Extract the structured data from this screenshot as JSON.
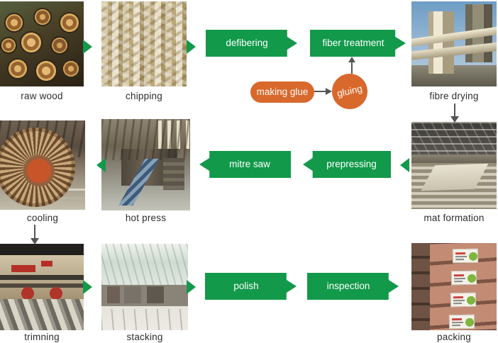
{
  "colors": {
    "process_green": "#12994a",
    "glue_orange": "#d8682c",
    "connector_gray": "#555555",
    "caption_text": "#2d2d2d",
    "banner_text": "#ffffff"
  },
  "photos": {
    "raw_wood": {
      "label": "raw wood"
    },
    "chipping": {
      "label": "chipping"
    },
    "fibre_drying": {
      "label": "fibre drying"
    },
    "cooling": {
      "label": "cooling"
    },
    "hot_press": {
      "label": "hot press"
    },
    "mat_formation": {
      "label": "mat formation"
    },
    "trimming": {
      "label": "trimning"
    },
    "stacking": {
      "label": "stacking"
    },
    "packing": {
      "label": "packing"
    }
  },
  "banners": {
    "defibering": {
      "label": "defibering",
      "arrow_direction": "right"
    },
    "fiber_treatment": {
      "label": "fiber treatment",
      "arrow_direction": "right"
    },
    "mitre_saw": {
      "label": "mitre saw",
      "arrow_direction": "left"
    },
    "prepressing": {
      "label": "prepressing",
      "arrow_direction": "left"
    },
    "polish": {
      "label": "polish",
      "arrow_direction": "right"
    },
    "inspection": {
      "label": "inspection",
      "arrow_direction": "right"
    }
  },
  "glue_branch": {
    "making_glue": {
      "label": "making glue",
      "shape": "pill"
    },
    "gluing": {
      "label": "gluing",
      "shape": "circle"
    }
  },
  "flow_rows": [
    {
      "direction": "left-to-right",
      "steps": [
        "raw wood",
        "chipping",
        "defibering",
        "fiber treatment",
        "fibre drying"
      ]
    },
    {
      "direction": "right-to-left",
      "steps": [
        "mat formation",
        "prepressing",
        "mitre saw",
        "hot press",
        "cooling"
      ]
    },
    {
      "direction": "left-to-right",
      "steps": [
        "trimning",
        "stacking",
        "polish",
        "inspection",
        "packing"
      ]
    }
  ],
  "vertical_connectors": [
    "making glue → gluing",
    "gluing → fiber treatment",
    "fibre drying → mat formation",
    "cooling → trimning"
  ]
}
